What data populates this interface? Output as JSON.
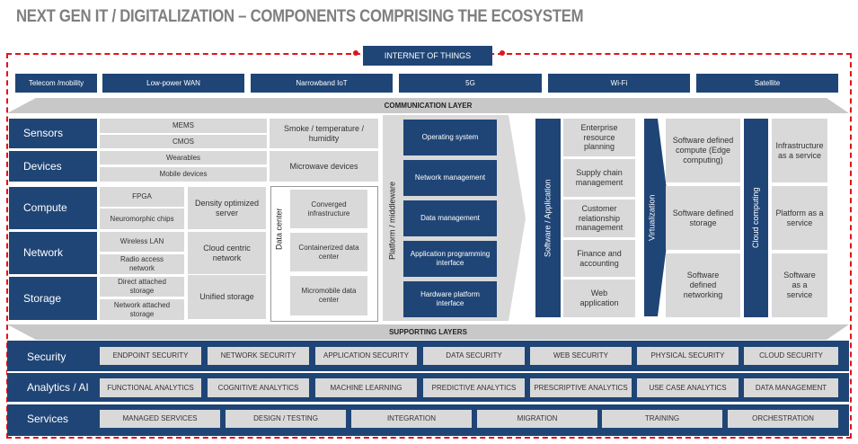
{
  "title": "NEXT GEN IT / DIGITALIZATION – COMPONENTS COMPRISING THE ECOSYSTEM",
  "iot": "INTERNET OF THINGS",
  "connectivity": [
    "Telecom /mobility",
    "Low-power WAN",
    "Narrowband IoT",
    "5G",
    "Wi-Fi",
    "Satellite"
  ],
  "communication_layer": "COMMUNICATION LAYER",
  "supporting_layers": "SUPPORTING LAYERS",
  "left": {
    "sensors": "Sensors",
    "devices": "Devices",
    "compute": "Compute",
    "network": "Network",
    "storage": "Storage",
    "mems": "MEMS",
    "cmos": "CMOS",
    "wearables": "Wearables",
    "mobile": "Mobile devices",
    "smoke": "Smoke / temperature / humidity",
    "microwave": "Microwave devices",
    "fpga": "FPGA",
    "neuromorphic": "Neuromorphic chips",
    "wlan": "Wireless LAN",
    "ran": "Radio access network",
    "das": "Direct attached storage",
    "nas": "Network attached storage",
    "density": "Density optimized server",
    "cloudnet": "Cloud centric network",
    "unified": "Unified storage",
    "datacenter": "Data center",
    "dc": [
      "Converged infrastructure",
      "Containerized data center",
      "Micromobile data center"
    ]
  },
  "platform": {
    "label": "Platform / middleware",
    "items": [
      "Operating system",
      "Network management",
      "Data management",
      "Application programming interface",
      "Hardware platform interface"
    ]
  },
  "software": {
    "label": "Software / Application",
    "items": [
      "Enterprise resource planning",
      "Supply chain management",
      "Customer relationship management",
      "Finance and accounting",
      "Web application"
    ]
  },
  "virtualization": {
    "label": "Virtualization",
    "items": [
      "Software defined compute (Edge computing)",
      "Software defined storage",
      "Software defined networking"
    ]
  },
  "cloud": {
    "label": "Cloud computing",
    "items": [
      "Infrastructure as a service",
      "Platform as a service",
      "Software as a service"
    ]
  },
  "security": {
    "label": "Security",
    "items": [
      "ENDPOINT SECURITY",
      "NETWORK SECURITY",
      "APPLICATION SECURITY",
      "DATA SECURITY",
      "WEB SECURITY",
      "PHYSICAL SECURITY",
      "CLOUD SECURITY"
    ]
  },
  "analytics": {
    "label": "Analytics / AI",
    "items": [
      "FUNCTIONAL ANALYTICS",
      "COGNITIVE ANALYTICS",
      "MACHINE LEARNING",
      "PREDICTIVE ANALYTICS",
      "PRESCRIPTIVE ANALYTICS",
      "USE CASE ANALYTICS",
      "DATA MANAGEMENT"
    ]
  },
  "services": {
    "label": "Services",
    "items": [
      "MANAGED SERVICES",
      "DESIGN / TESTING",
      "INTEGRATION",
      "MIGRATION",
      "TRAINING",
      "ORCHESTRATION"
    ]
  }
}
